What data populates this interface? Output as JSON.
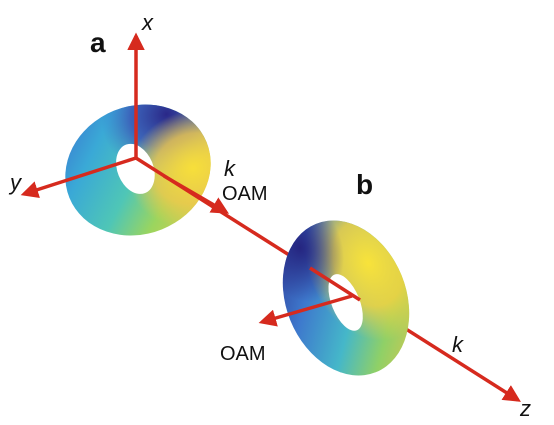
{
  "axes": {
    "x_label": "x",
    "y_label": "y",
    "z_label": "z"
  },
  "panels": {
    "a": {
      "label": "a",
      "k_label": "k",
      "oam_label": "OAM"
    },
    "b": {
      "label": "b",
      "k_label": "k",
      "oam_label": "OAM"
    }
  },
  "colors": {
    "arrow": "#d62a1e",
    "torus_dark_blue": "#2b2a8f",
    "torus_blue": "#3f7fd0",
    "torus_cyan": "#3fb8c8",
    "torus_green": "#86cf6a",
    "torus_yellow": "#f5d93a",
    "torus_orange": "#f0b44a"
  },
  "icons": {
    "arrow_head": "red-triangle-arrowhead"
  }
}
